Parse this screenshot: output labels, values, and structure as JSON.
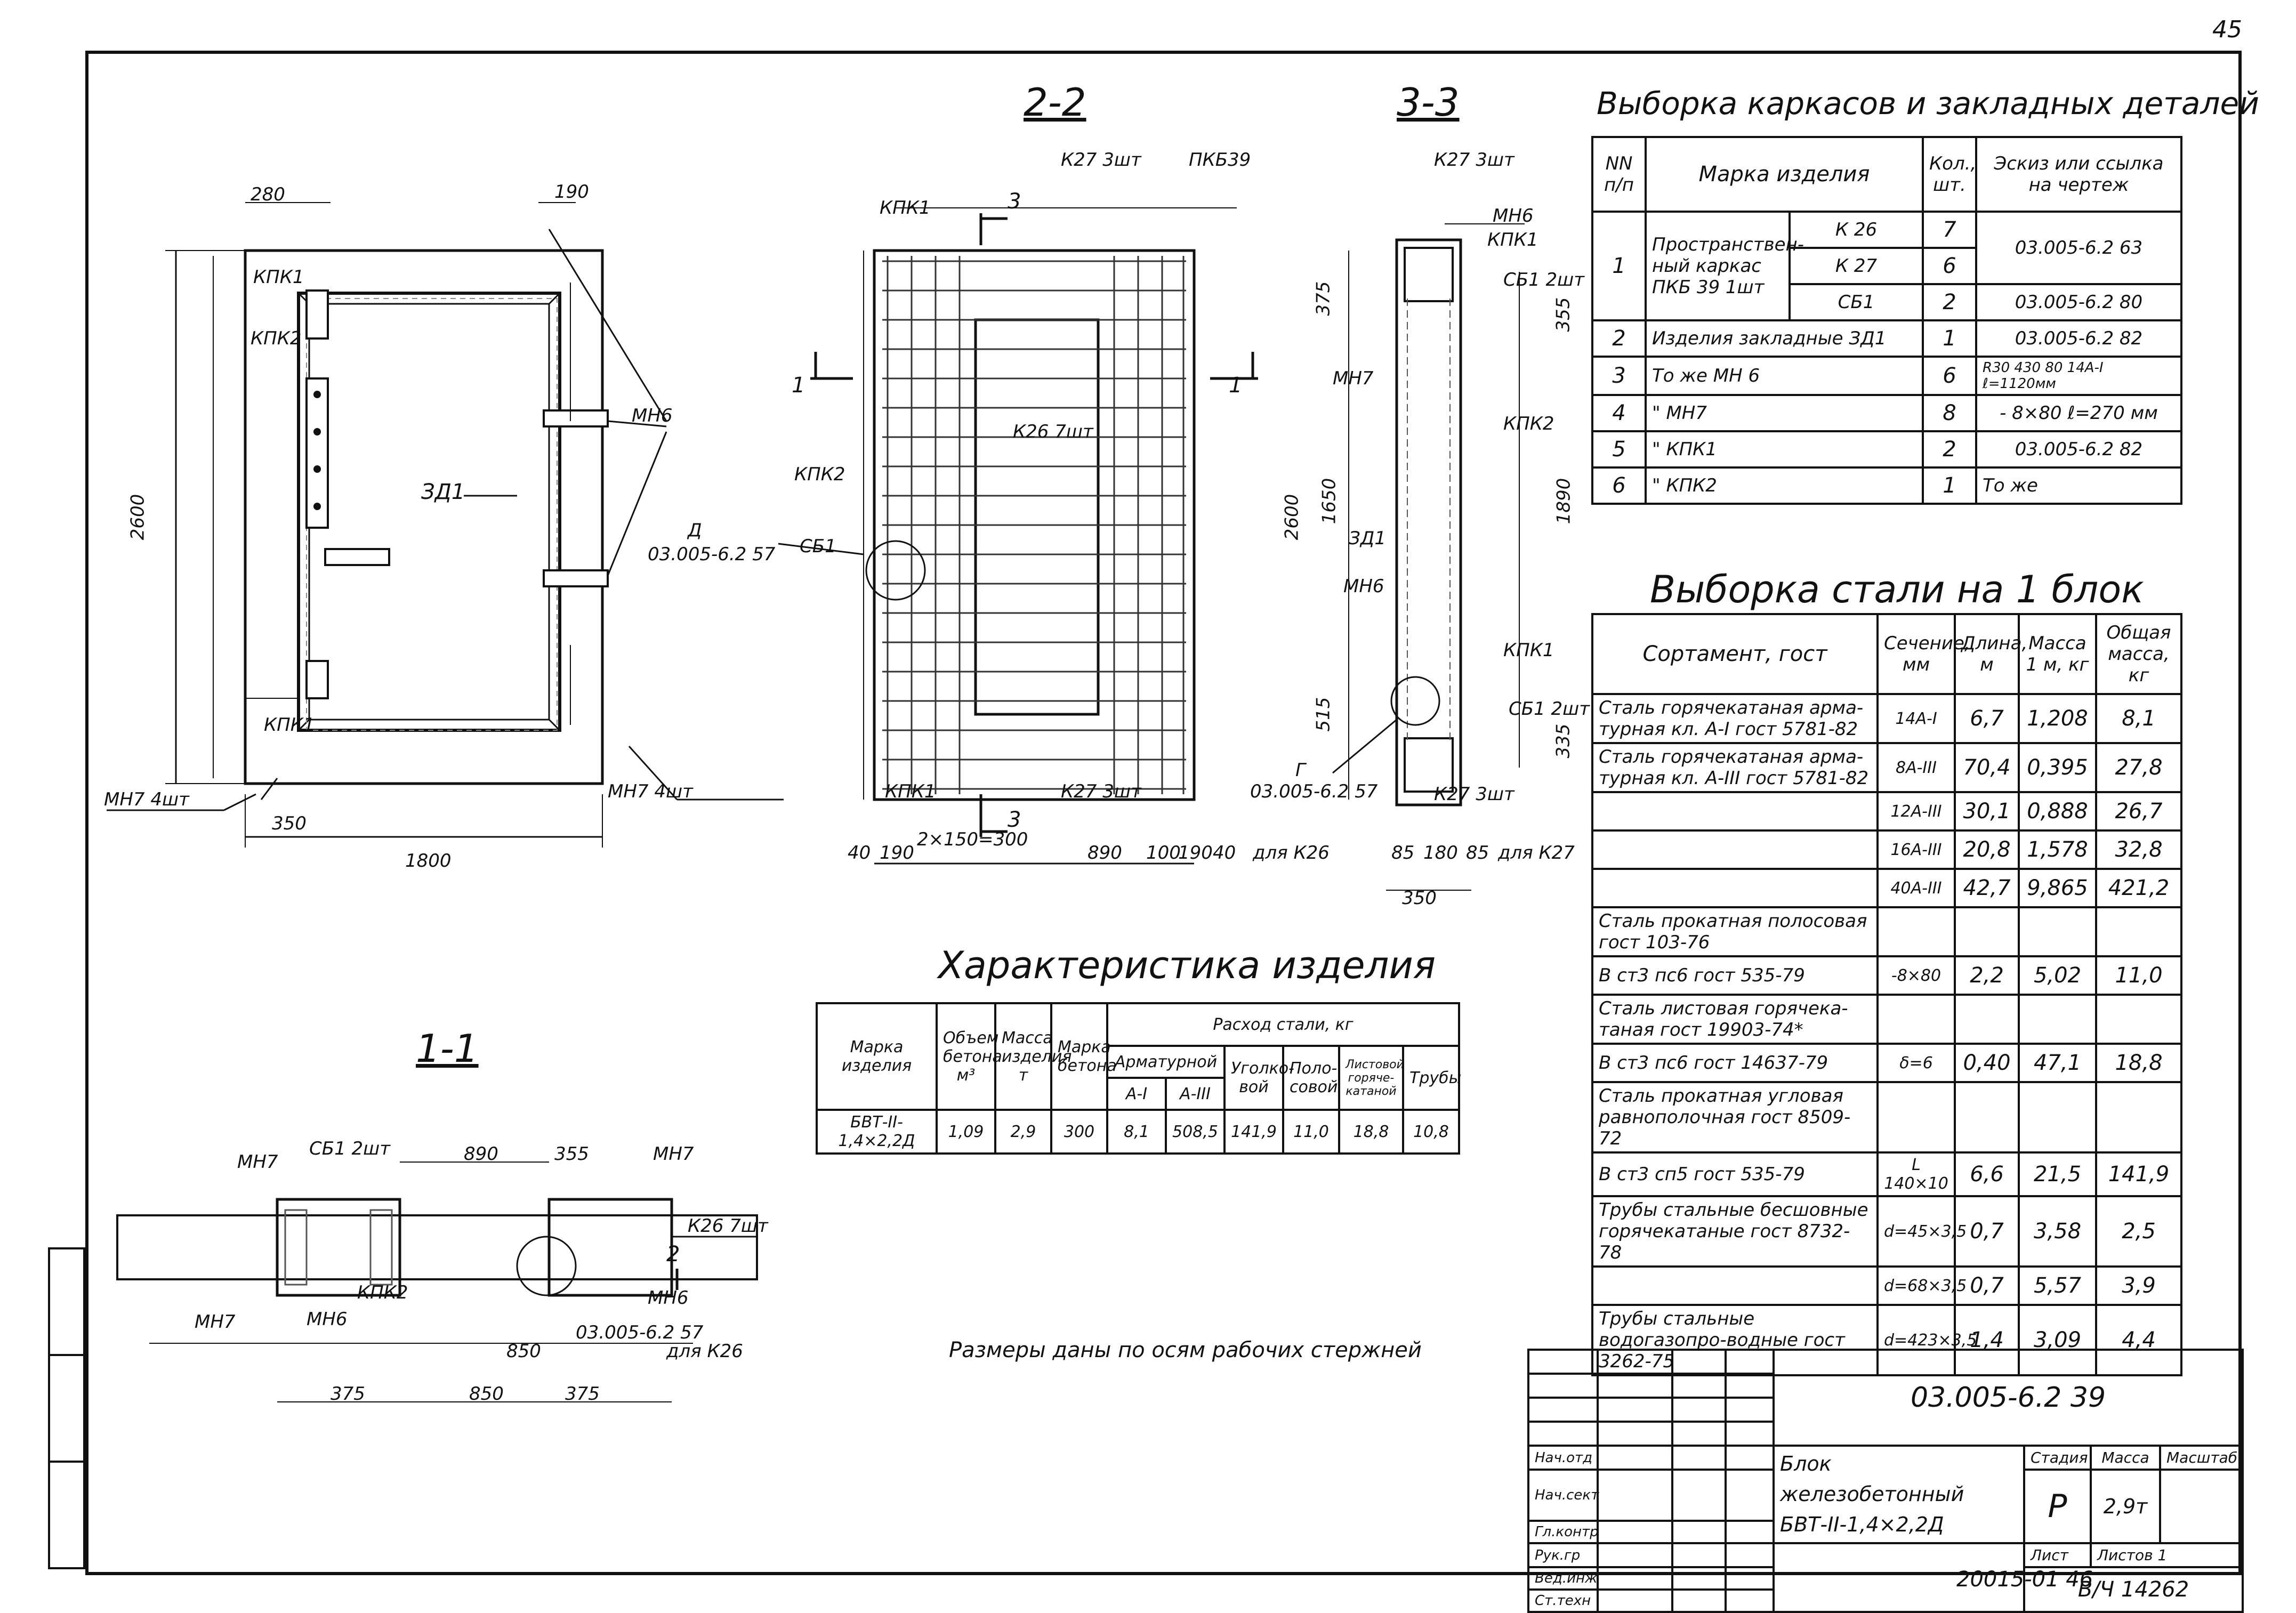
{
  "page_number": "45",
  "sections": {
    "s22": "2-2",
    "s33": "3-3",
    "s11": "1-1"
  },
  "drawing_labels": {
    "elev_zd1": "ЗД1",
    "elev_kpk1": "КПК1",
    "elev_kpk2": "КПК2",
    "elev_mn6": "МН6",
    "elev_1800": "1800",
    "elev_2600": "2600",
    "elev_350": "350",
    "elev_280": "280",
    "elev_190": "190",
    "elev_mn7_left": "МН7  4шт",
    "elev_mn7_right": "МН7  4шт",
    "s22_k26": "К26  7шт",
    "s22_k27_top": "К27  3шт",
    "s22_k27_bot": "К27  3шт",
    "s22_pkb39": "ПКБ39",
    "s22_kpk1_top": "КПК1",
    "s22_kpk2": "КПК2",
    "s22_sb1": "СБ1",
    "s22_kpk1_bot": "КПК1",
    "s22_dim_890": "890",
    "s22_dim_2x150": "2×150=300",
    "s22_dim_190a": "190",
    "s22_dim_190b": "190",
    "s22_dim_100": "100",
    "s22_dim_40a": "40",
    "s22_dim_40b": "40",
    "s22_for_k26": "для К26",
    "s22_d_ref": "Д",
    "s22_d_doc": "03.005-6.2 57",
    "s22_cut1_left": "1",
    "s22_cut1_right": "1",
    "s22_cut3_top": "3",
    "s22_cut3_bot": "3",
    "s33_k27_top": "К27  3шт",
    "s33_k27_bot": "К27  3шт",
    "s33_mn6_top": "МН6",
    "s33_kpk1_top": "КПК1",
    "s33_sb1_top": "СБ1 2шт",
    "s33_sb1_bot": "СБ1 2шт",
    "s33_mn7": "МН7",
    "s33_kpk2": "КПК2",
    "s33_zd1": "ЗД1",
    "s33_mn6_bot": "МН6",
    "s33_kpk1_bot": "КПК1",
    "s33_2600": "2600",
    "s33_1650": "1650",
    "s33_1890": "1890",
    "s33_355a": "355",
    "s33_355b": "335",
    "s33_375": "375",
    "s33_515": "515",
    "s33_350": "350",
    "s33_85a": "85",
    "s33_85b": "85",
    "s33_180": "180",
    "s33_for_k27": "для К27",
    "s33_g_ref": "Г",
    "s33_g_doc": "03.005-6.2 57",
    "s11_sb1": "СБ1  2шт",
    "s11_mn7_l": "МН7",
    "s11_mn7_r": "МН7",
    "s11_mn7_b": "МН7",
    "s11_mn6": "МН6",
    "s11_mn6_r": "МН6",
    "s11_kpk2": "КПК2",
    "s11_k26": "К26  7шт",
    "s11_890": "890",
    "s11_355": "355",
    "s11_850_a": "850",
    "s11_850_b": "850",
    "s11_375_a": "375",
    "s11_375_b": "375",
    "s11_for_k26": "для К26",
    "s11_g_doc": "03.005-6.2 57",
    "s11_cut2": "2"
  },
  "frames_table": {
    "title": "Выборка каркасов и закладных деталей",
    "headers": {
      "nn": "NN п/п",
      "mark": "Марка изделия",
      "qty": "Кол., шт.",
      "sketch": "Эскиз или ссылка на чертеж"
    },
    "row1": {
      "nn": "1",
      "name": "Пространствен-ный каркас ПКБ 39  1шт",
      "subs": [
        {
          "mark": "К 26",
          "qty": "7",
          "ref": "03.005-6.2 63"
        },
        {
          "mark": "К 27",
          "qty": "6",
          "ref": ""
        },
        {
          "mark": "СБ1",
          "qty": "2",
          "ref": "03.005-6.2 80"
        }
      ]
    },
    "rows": [
      {
        "nn": "2",
        "name": "Изделия закладные  ЗД1",
        "qty": "1",
        "ref": "03.005-6.2 82"
      },
      {
        "nn": "3",
        "name": "То же        МН 6",
        "qty": "6",
        "ref": "R30  430  80   14А-I   ℓ=1120мм"
      },
      {
        "nn": "4",
        "name": "\"             МН7",
        "qty": "8",
        "ref": "- 8×80   ℓ=270 мм"
      },
      {
        "nn": "5",
        "name": "\"             КПК1",
        "qty": "2",
        "ref": "03.005-6.2 82"
      },
      {
        "nn": "6",
        "name": "\"             КПК2",
        "qty": "1",
        "ref": "То же"
      }
    ]
  },
  "steel_table": {
    "title": "Выборка стали на 1 блок",
    "headers": {
      "assort": "Сортамент, гост",
      "section": "Сечение, мм",
      "length": "Длина, м",
      "mass1": "Масса 1 м, кг",
      "total": "Общая масса, кг"
    },
    "rows": [
      {
        "name": "Сталь горячекатаная арма-турная кл. А-I  гост 5781-82",
        "section": "14А-I",
        "length": "6,7",
        "mass1": "1,208",
        "total": "8,1"
      },
      {
        "name": "Сталь горячекатаная арма-турная кл. А-III  гост 5781-82",
        "section": "8А-III",
        "length": "70,4",
        "mass1": "0,395",
        "total": "27,8"
      },
      {
        "name": "",
        "section": "12А-III",
        "length": "30,1",
        "mass1": "0,888",
        "total": "26,7"
      },
      {
        "name": "",
        "section": "16А-III",
        "length": "20,8",
        "mass1": "1,578",
        "total": "32,8"
      },
      {
        "name": "",
        "section": "40А-III",
        "length": "42,7",
        "mass1": "9,865",
        "total": "421,2"
      },
      {
        "name": "Сталь прокатная полосовая гост 103-76",
        "section": "",
        "length": "",
        "mass1": "",
        "total": ""
      },
      {
        "name": "В ст3 пс6  гост 535-79",
        "section": "-8×80",
        "length": "2,2",
        "mass1": "5,02",
        "total": "11,0"
      },
      {
        "name": "Сталь листовая горячека-таная  гост 19903-74*",
        "section": "",
        "length": "",
        "mass1": "",
        "total": ""
      },
      {
        "name": "В ст3   пс6  гост 14637-79",
        "section": "δ=6",
        "length": "0,40",
        "mass1": "47,1",
        "total": "18,8"
      },
      {
        "name": "Сталь прокатная угловая равнополочная гост 8509-72",
        "section": "",
        "length": "",
        "mass1": "",
        "total": ""
      },
      {
        "name": "В ст3 сп5    гост 535-79",
        "section": "L 140×10",
        "length": "6,6",
        "mass1": "21,5",
        "total": "141,9"
      },
      {
        "name": "Трубы стальные бесшовные горячекатаные гост 8732-78",
        "section": "d=45×3,5",
        "length": "0,7",
        "mass1": "3,58",
        "total": "2,5"
      },
      {
        "name": "",
        "section": "d=68×3,5",
        "length": "0,7",
        "mass1": "5,57",
        "total": "3,9"
      },
      {
        "name": "Трубы стальные водогазопро-водные  гост 3262-75",
        "section": "d=423×3,5",
        "length": "1,4",
        "mass1": "3,09",
        "total": "4,4"
      }
    ]
  },
  "char_table": {
    "title": "Характеристика изделия",
    "headers": {
      "mark": "Марка изделия",
      "volume": "Объем бетона м³",
      "mass": "Масса изделия т",
      "concrete": "Марка бетона",
      "steel": "Расход стали, кг",
      "rebar": "Арматурной",
      "a1": "А-I",
      "a3": "А-III",
      "angle": "Уголко-вой",
      "strip": "Поло-совой",
      "sheet": "Листовой горяче-катаной",
      "pipes": "Трубы"
    },
    "row": {
      "mark": "БВТ-II-1,4×2,2Д",
      "volume": "1,09",
      "mass": "2,9",
      "concrete": "300",
      "a1": "8,1",
      "a3": "508,5",
      "angle": "141,9",
      "strip": "11,0",
      "sheet": "18,8",
      "pipes": "10,8"
    }
  },
  "note": "Размеры даны по осям рабочих стержней",
  "stamp": {
    "doc": "03.005-6.2 39",
    "name1": "Блок железобетонный",
    "name2": "БВТ-II-1,4×2,2Д",
    "h_stage": "Стадия",
    "h_mass": "Масса",
    "h_scale": "Масштаб",
    "stage": "Р",
    "mass": "2,9т",
    "sheet": "Лист",
    "sheets": "Листов 1",
    "org": "В/Ч 14262",
    "roles": [
      "Нач.отд",
      "Нач.сект",
      "Гл.контр",
      "Рук.гр",
      "Вед.инж",
      "Ст.техн"
    ]
  },
  "footer_code": "20015-01 46"
}
